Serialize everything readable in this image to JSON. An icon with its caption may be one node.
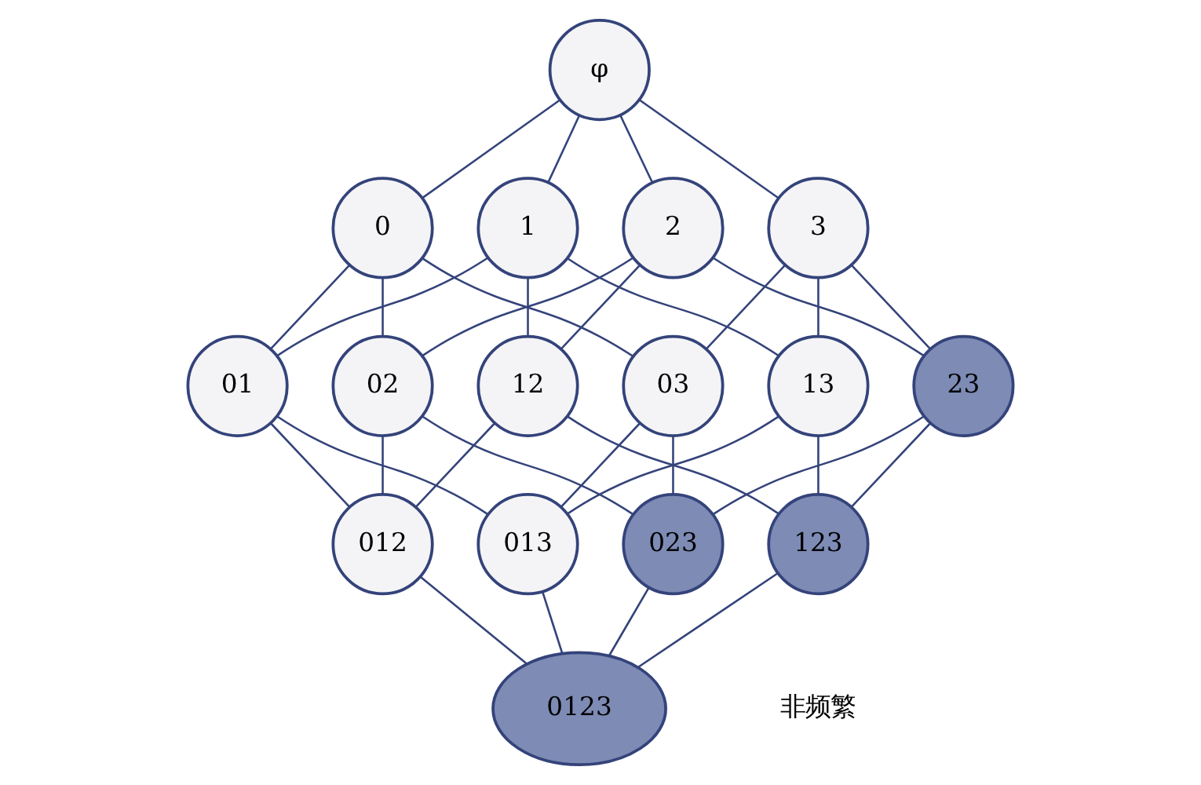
{
  "diagram": {
    "nodes": [
      {
        "text": [
          "φ"
        ]
      },
      {
        "text": [
          "0"
        ]
      },
      {
        "text": [
          "1"
        ]
      },
      {
        "text": [
          "2"
        ]
      },
      {
        "text": [
          "3"
        ]
      },
      {
        "text": [
          "01"
        ]
      },
      {
        "text": [
          "02"
        ]
      },
      {
        "text": [
          "03"
        ]
      },
      {
        "text": [
          "12"
        ]
      },
      {
        "text": [
          "13"
        ]
      },
      {
        "text": [
          "23"
        ]
      },
      {
        "text": [
          "012"
        ]
      },
      {
        "text": [
          "013"
        ]
      },
      {
        "text": [
          "023"
        ]
      },
      {
        "text": [
          "123"
        ]
      },
      {
        "text": [
          "0123"
        ]
      }
    ],
    "edges": [
      {
        "from": 0,
        "to": 1,
        "arrow": "none"
      },
      {
        "from": 0,
        "to": 2,
        "arrow": "none"
      },
      {
        "from": 0,
        "to": 3,
        "arrow": "none"
      },
      {
        "from": 0,
        "to": 4,
        "arrow": "none"
      },
      {
        "from": 1,
        "to": 5,
        "arrow": "none"
      },
      {
        "from": 1,
        "to": 6,
        "arrow": "none"
      },
      {
        "from": 1,
        "to": 7,
        "arrow": "none"
      },
      {
        "from": 2,
        "to": 5,
        "arrow": "none"
      },
      {
        "from": 2,
        "to": 8,
        "arrow": "none"
      },
      {
        "from": 2,
        "to": 9,
        "arrow": "none"
      },
      {
        "from": 3,
        "to": 6,
        "arrow": "none"
      },
      {
        "from": 3,
        "to": 8,
        "arrow": "none"
      },
      {
        "from": 3,
        "to": 10,
        "arrow": "none"
      },
      {
        "from": 4,
        "to": 7,
        "arrow": "none"
      },
      {
        "from": 4,
        "to": 9,
        "arrow": "none"
      },
      {
        "from": 4,
        "to": 10,
        "arrow": "none"
      },
      {
        "from": 5,
        "to": 11,
        "arrow": "none"
      },
      {
        "from": 5,
        "to": 12,
        "arrow": "none"
      },
      {
        "from": 6,
        "to": 11,
        "arrow": "none"
      },
      {
        "from": 6,
        "to": 13,
        "arrow": "none"
      },
      {
        "from": 7,
        "to": 12,
        "arrow": "none"
      },
      {
        "from": 7,
        "to": 13,
        "arrow": "none"
      },
      {
        "from": 8,
        "to": 11,
        "arrow": "none"
      },
      {
        "from": 8,
        "to": 14,
        "arrow": "none"
      },
      {
        "from": 9,
        "to": 12,
        "arrow": "none"
      },
      {
        "from": 9,
        "to": 14,
        "arrow": "none"
      },
      {
        "from": 10,
        "to": 13,
        "arrow": "none"
      },
      {
        "from": 10,
        "to": 14,
        "arrow": "none"
      },
      {
        "from": 11,
        "to": 15,
        "arrow": "none"
      },
      {
        "from": 12,
        "to": 15,
        "arrow": "none"
      },
      {
        "from": 13,
        "to": 15,
        "arrow": "none"
      },
      {
        "from": 14,
        "to": 15,
        "arrow": "none"
      }
    ],
    "labels": [
      "非频繁"
    ]
  }
}
